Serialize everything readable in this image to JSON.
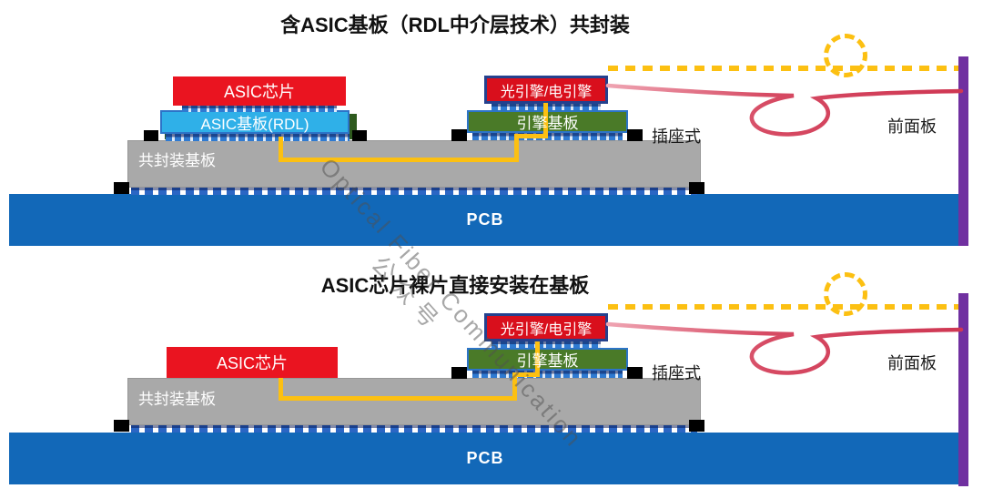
{
  "top": {
    "title": "含ASIC基板（RDL中介层技术）共封装",
    "asic_chip_label": "ASIC芯片",
    "asic_substrate_label": "ASIC基板(RDL)",
    "engine_label": "光引擎/电引擎",
    "engine_substrate_label": "引擎基板",
    "socket_label": "插座式",
    "package_substrate_label": "共封装基板",
    "pcb_label": "PCB",
    "front_panel_label": "前面板"
  },
  "bottom": {
    "title": "ASIC芯片裸片直接安装在基板",
    "asic_chip_label": "ASIC芯片",
    "engine_label": "光引擎/电引擎",
    "engine_substrate_label": "引擎基板",
    "socket_label": "插座式",
    "package_substrate_label": "共封装基板",
    "pcb_label": "PCB",
    "front_panel_label": "前面板"
  },
  "watermark": {
    "english": "Optical Fiber Communication",
    "chinese": "公众号"
  },
  "colors": {
    "pcb_blue": "#1268b8",
    "substrate_gray": "#a9a9a9",
    "chip_red": "#ea1420",
    "engine_red": "#d90f1c",
    "asic_substrate_cyan": "#2fb0e8",
    "engine_substrate_green": "#4a7a28",
    "interposer_green": "#2e5a1e",
    "trace_yellow": "#fcc012",
    "fiber_red": "#d23f5c",
    "front_panel_purple": "#7030a0",
    "pad_black": "#000000"
  }
}
